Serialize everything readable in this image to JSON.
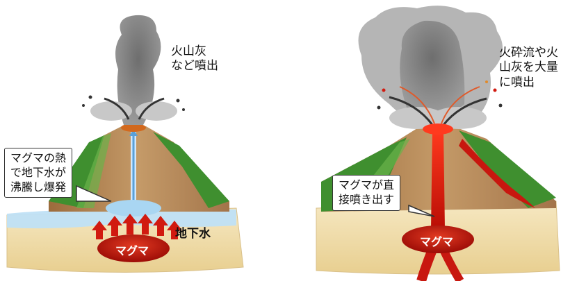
{
  "left_panel": {
    "eruption_label_line1": "火山灰",
    "eruption_label_line2": "など噴出",
    "callout_line1": "マグマの熱",
    "callout_line2": "で地下水が",
    "callout_line3": "沸騰し爆発",
    "groundwater_label": "地下水",
    "magma_label": "マグマ"
  },
  "right_panel": {
    "eruption_label_line1": "火砕流や火",
    "eruption_label_line2": "山灰を大量",
    "eruption_label_line3": "に噴出",
    "callout_line1": "マグマが直",
    "callout_line2": "接噴き出す",
    "magma_label": "マグマ"
  },
  "colors": {
    "ground_sand": "#efdcaa",
    "groundwater": "#bfe0f5",
    "mountain_brown": "#b88a5a",
    "mountain_green": "#3f8f2f",
    "magma_red": "#c8170f",
    "ash_gray": "#808080"
  }
}
